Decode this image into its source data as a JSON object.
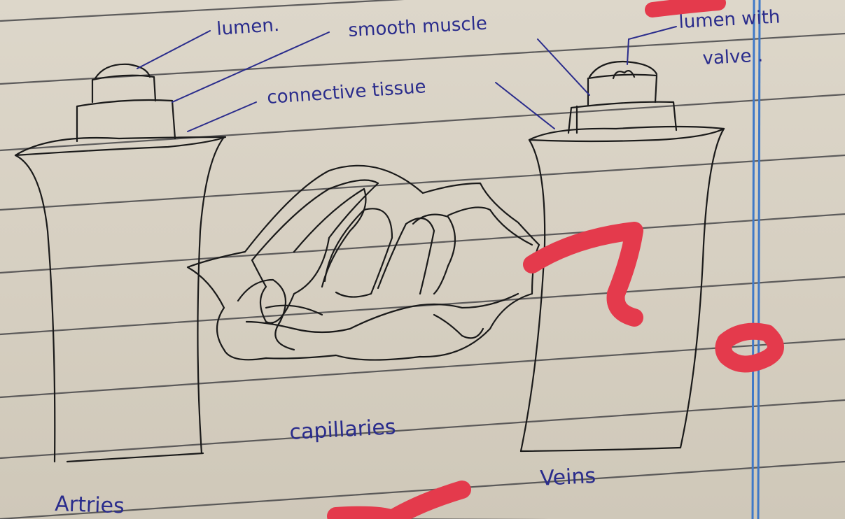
{
  "labels": {
    "lumen": "lumen.",
    "smooth_muscle": "smooth muscle",
    "lumen_with_valve_1": "lumen with",
    "lumen_with_valve_2": "valve .",
    "connective_tissue": "connective tissue",
    "capillaries": "capillaries",
    "veins": "Veins",
    "arteries": "Artries"
  },
  "colors": {
    "paper": "#d9d3c6",
    "ruled_line": "#3a3a3e",
    "margin_line": "#3f79c8",
    "ink": "#1a1a1a",
    "label_ink": "#2a2c8c",
    "grading_mark": "#e43a4c"
  },
  "grading_marks": [
    "score-seven-mark",
    "score-zero-mark",
    "check-mark"
  ]
}
